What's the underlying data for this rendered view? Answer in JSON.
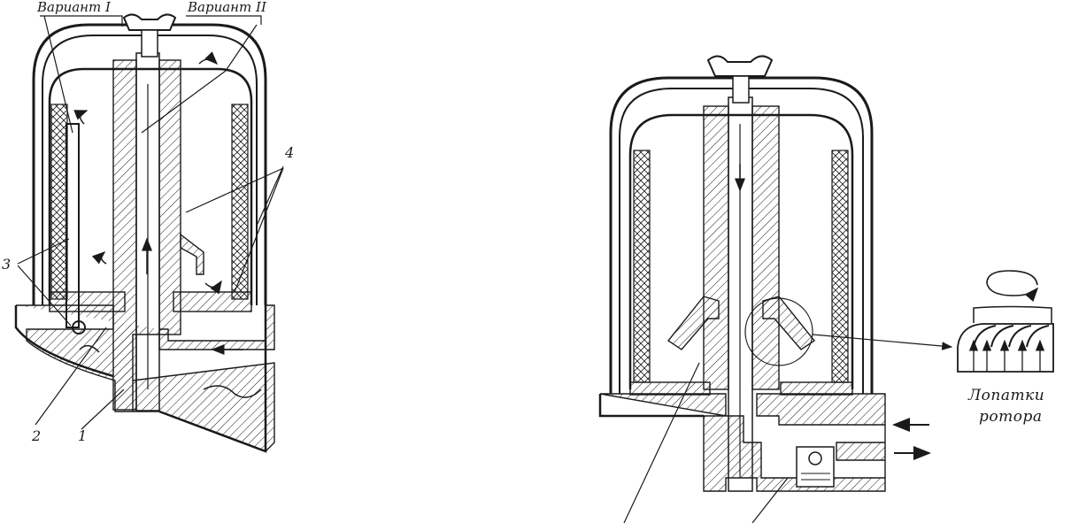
{
  "labels": {
    "variant1": "Вариант I",
    "variant2": "Вариант II",
    "num1": "1",
    "num2": "2",
    "num3": "3",
    "num4": "4",
    "blades_line1": "Лопатки",
    "blades_line2": "ротора"
  },
  "colors": {
    "ink": "#1a1a1a",
    "paper": "#ffffff"
  }
}
